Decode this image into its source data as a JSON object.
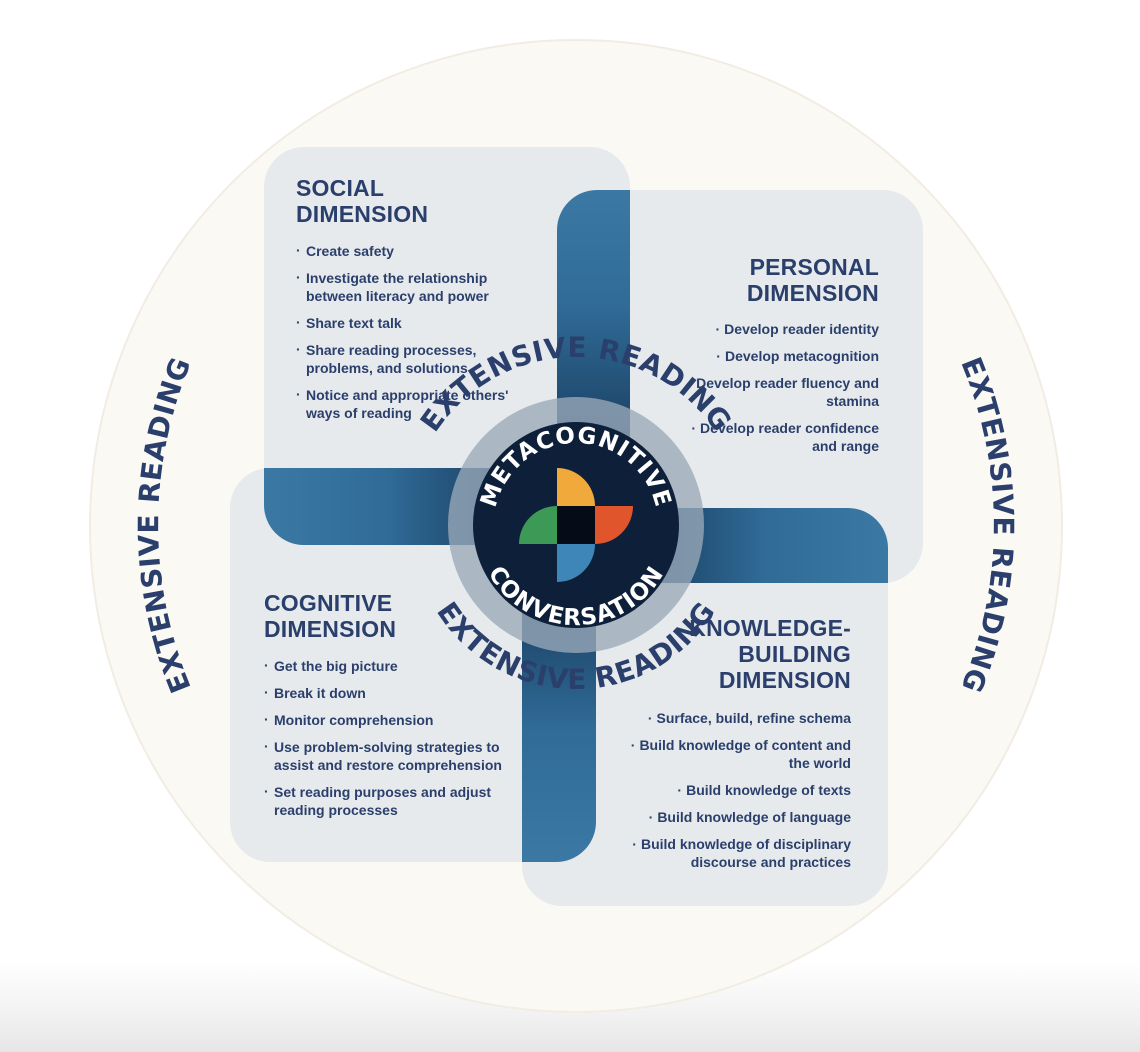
{
  "outer_ring": {
    "top": "EXTENSIVE READING",
    "right": "EXTENSIVE READING",
    "bottom": "EXTENSIVE READING",
    "left": "EXTENSIVE READING"
  },
  "center": {
    "top_label": "METACOGNITIVE",
    "bottom_label": "CONVERSATION"
  },
  "social": {
    "title": "SOCIAL\nDIMENSION",
    "items": [
      "Create safety",
      "Investigate the relationship between literacy and power",
      "Share text talk",
      "Share reading processes, problems, and solutions",
      "Notice and appropriate others' ways of reading"
    ]
  },
  "personal": {
    "title": "PERSONAL\nDIMENSION",
    "items": [
      "Develop reader identity",
      "Develop metacognition",
      "Develop reader fluency and stamina",
      "Develop reader confidence and range"
    ]
  },
  "cognitive": {
    "title": "COGNITIVE\nDIMENSION",
    "items": [
      "Get the big picture",
      "Break it down",
      "Monitor comprehension",
      "Use problem-solving strategies to assist and restore comprehension",
      "Set reading purposes and adjust reading processes"
    ]
  },
  "knowledge": {
    "title": "KNOWLEDGE-\nBUILDING\nDIMENSION",
    "items": [
      "Surface, build, refine schema",
      "Build knowledge of content and the world",
      "Build knowledge of texts",
      "Build knowledge of language",
      "Build knowledge of disciplinary discourse and practices"
    ]
  },
  "colors": {
    "ring_fill": "#fbf9f4",
    "panel_fill": "#e6eaec",
    "heading_text": "#2b3f6c",
    "band_light": "#3b79a4",
    "band_dark": "#0f2442",
    "center_dark": "#0e1f3a",
    "quad_orange": "#f2a93b",
    "quad_red": "#e0552b",
    "quad_green": "#3c9a56",
    "quad_blue": "#3f86b8"
  }
}
